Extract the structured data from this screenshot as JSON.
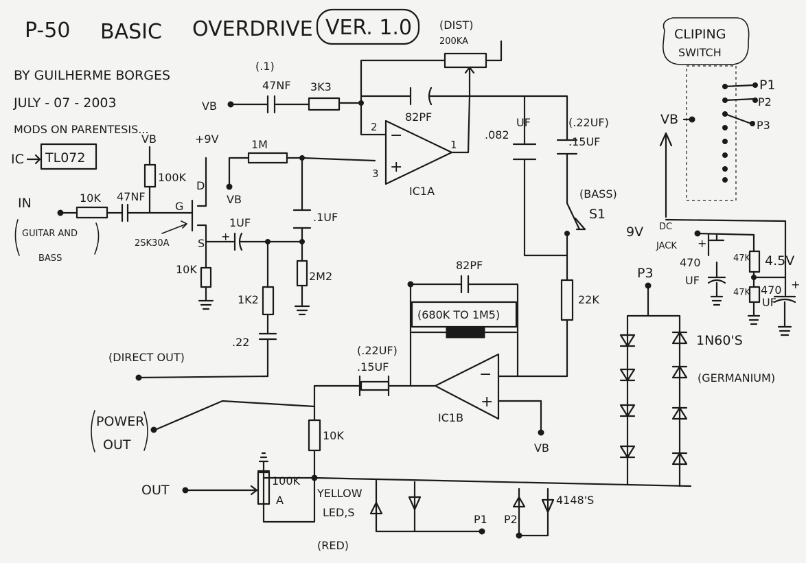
{
  "title": {
    "part1": "P-50",
    "part2": "BASIC",
    "part3": "OVERDRIVE",
    "version": "VER. 1.0"
  },
  "header": {
    "author": "BY GUILHERME BORGES",
    "date": "JULY - 07 - 2003",
    "mods_note": "MODS ON PARENTESIS...",
    "ic_prefix": "IC",
    "ic_model": "TL072"
  },
  "labels": {
    "dist": "(DIST)",
    "dist_pot": "200KA",
    "mod_01": "(.1)",
    "c_47nf": "47NF",
    "r_3k3": "3K3",
    "vb_top": "VB",
    "c_82pf_top": "82PF",
    "pin2": "2",
    "pin1": "1",
    "pin3": "3",
    "r_1m": "1M",
    "vb_1m": "VB",
    "ic1a": "IC1A",
    "uf": "UF",
    "c_082": ".082",
    "mod_022uf": "(.22UF)",
    "c_15uf": ".15UF",
    "bass": "(BASS)",
    "s1": "S1",
    "vb_bias": "VB",
    "plus_9v": "+9V",
    "r_100k": "100K",
    "jfet_d": "D",
    "jfet_g": "G",
    "jfet_s": "S",
    "in": "IN",
    "in_desc_1": "GUITAR AND",
    "in_desc_2": "BASS",
    "r_10k_in": "10K",
    "c_47nf_in": "47NF",
    "jfet_model": "2SK30A",
    "c_1uf": "1UF",
    "c_01uf": ".1UF",
    "r_10k_src": "10K",
    "r_1k2": "1K2",
    "r_2m2": "2M2",
    "c_022": ".22",
    "direct_out": "(DIRECT OUT)",
    "c_82pf_b": "82PF",
    "mod_680k": "(680K TO 1M5)",
    "r_22k": "22K",
    "mod_022uf_b": "(.22UF)",
    "c_15uf_b": ".15UF",
    "ic1b": "IC1B",
    "vb_b": "VB",
    "power_out_1": "POWER",
    "power_out_2": "OUT",
    "r_10k_out": "10K",
    "out": "OUT",
    "pot_100k": "100K",
    "pot_a": "A",
    "yellow": "YELLOW",
    "leds": "LED,S",
    "red": "(RED)",
    "p1": "P1",
    "p2": "P2",
    "d4148": "4148'S",
    "p3": "P3",
    "d1n60": "1N60'S",
    "germanium": "(GERMANIUM)",
    "clip_sw_1": "CLIPING",
    "clip_sw_2": "SWITCH",
    "sw_p1": "P1",
    "sw_p2": "P2",
    "sw_p3": "P3",
    "sw_vb": "VB",
    "v9": "9V",
    "dc": "DC",
    "jack": "JACK",
    "c_470_1": "470",
    "uf_1": "UF",
    "r_47k_1": "47K",
    "v45": "4.5V",
    "r_47k_2": "47K",
    "c_470_2": "470",
    "uf_2": "UF"
  }
}
